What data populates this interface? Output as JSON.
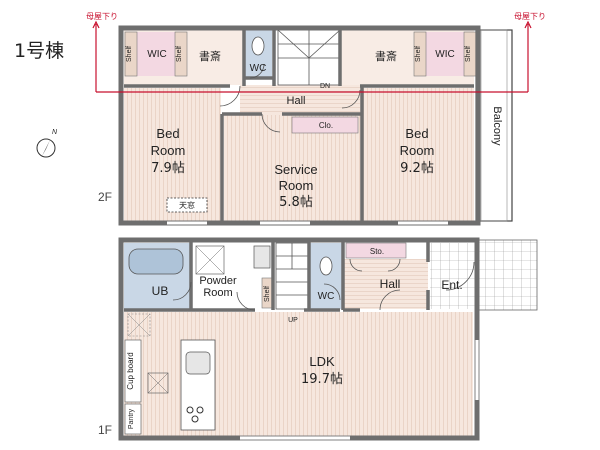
{
  "building_label": "1号棟",
  "floors": {
    "second": {
      "label": "2F",
      "roof_marks": [
        "母屋下り",
        "母屋下り"
      ],
      "rooms": {
        "wic_left": "WIC",
        "shelf_left_a": "Shelf",
        "shelf_left_b": "Shelf",
        "study_left": "書斎",
        "wc": "WC",
        "dn": "DN",
        "study_right": "書斎",
        "shelf_right_a": "Shelf",
        "wic_right": "WIC",
        "shelf_right_b": "Shelf",
        "hall": "Hall",
        "closet": "Clo.",
        "bed_left": [
          "Bed",
          "Room",
          "7.9帖"
        ],
        "service": [
          "Service",
          "Room",
          "5.8帖"
        ],
        "bed_right": [
          "Bed",
          "Room",
          "9.2帖"
        ],
        "skylight": "天窓",
        "balcony": "Balcony"
      }
    },
    "first": {
      "label": "1F",
      "rooms": {
        "ub": "UB",
        "powder": [
          "Powder",
          "Room"
        ],
        "shelf": "Shelf",
        "wc": "WC",
        "storage": "Sto.",
        "hall": "Hall",
        "entrance": "Ent.",
        "up": "UP",
        "ldk": [
          "LDK",
          "19.7帖"
        ],
        "cupboard": "Cup board",
        "pantry": "Pantry"
      }
    }
  },
  "colors": {
    "wall": "#6e6e6e",
    "floor_wood": "#f6e7de",
    "wet_area": "#c9d7e6",
    "closet": "#f3d8e2",
    "roof_line": "#c8102e"
  }
}
